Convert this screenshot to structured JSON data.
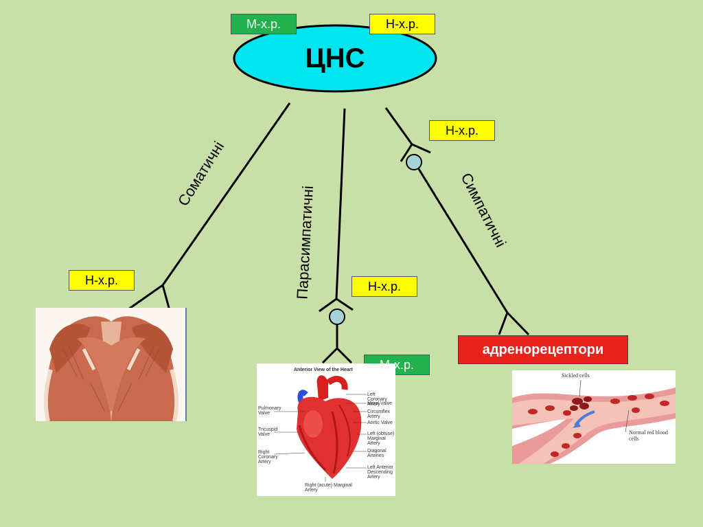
{
  "cns": {
    "label": "ЦНС",
    "fill": "#00e5ee"
  },
  "receptors": {
    "top_muscarinic": "М-х.р.",
    "top_nicotinic": "Н-х.р.",
    "sympathetic_ganglion": "Н-х.р.",
    "somatic_end": "Н-х.р.",
    "parasympathetic_ganglion": "Н-х.р.",
    "parasympathetic_end": "М-х.р."
  },
  "branches": {
    "somatic": "Соматичні",
    "parasympathetic": "Парасимпатичні",
    "sympathetic": "Симпатичні"
  },
  "adrenoreceptors": "адренорецептори",
  "heart_panel": {
    "title": "Anterior View of the Heart",
    "labels_left": [
      "Pulmonary Valve",
      "Tricuspid Valve",
      "Right Coronary Artery"
    ],
    "labels_right": [
      "Left Coronary Artery",
      "Mitral Valve",
      "Circumflex Artery",
      "Aortic Valve",
      "Left (obtuse) Marginal Artery",
      "Diagonal Arteries",
      "Left Anterior Descending Artery"
    ],
    "label_bottom": "Right (acute) Marginal Artery"
  },
  "blood_panel": {
    "label_sickled": "Sickled cells",
    "label_normal": "Normal red blood cells"
  },
  "colors": {
    "background": "#c9dfa8",
    "green_box": "#22b14c",
    "yellow_box": "#ffff00",
    "adreno_box": "#e8231c",
    "synapse_circle": "#a6d4d6"
  }
}
